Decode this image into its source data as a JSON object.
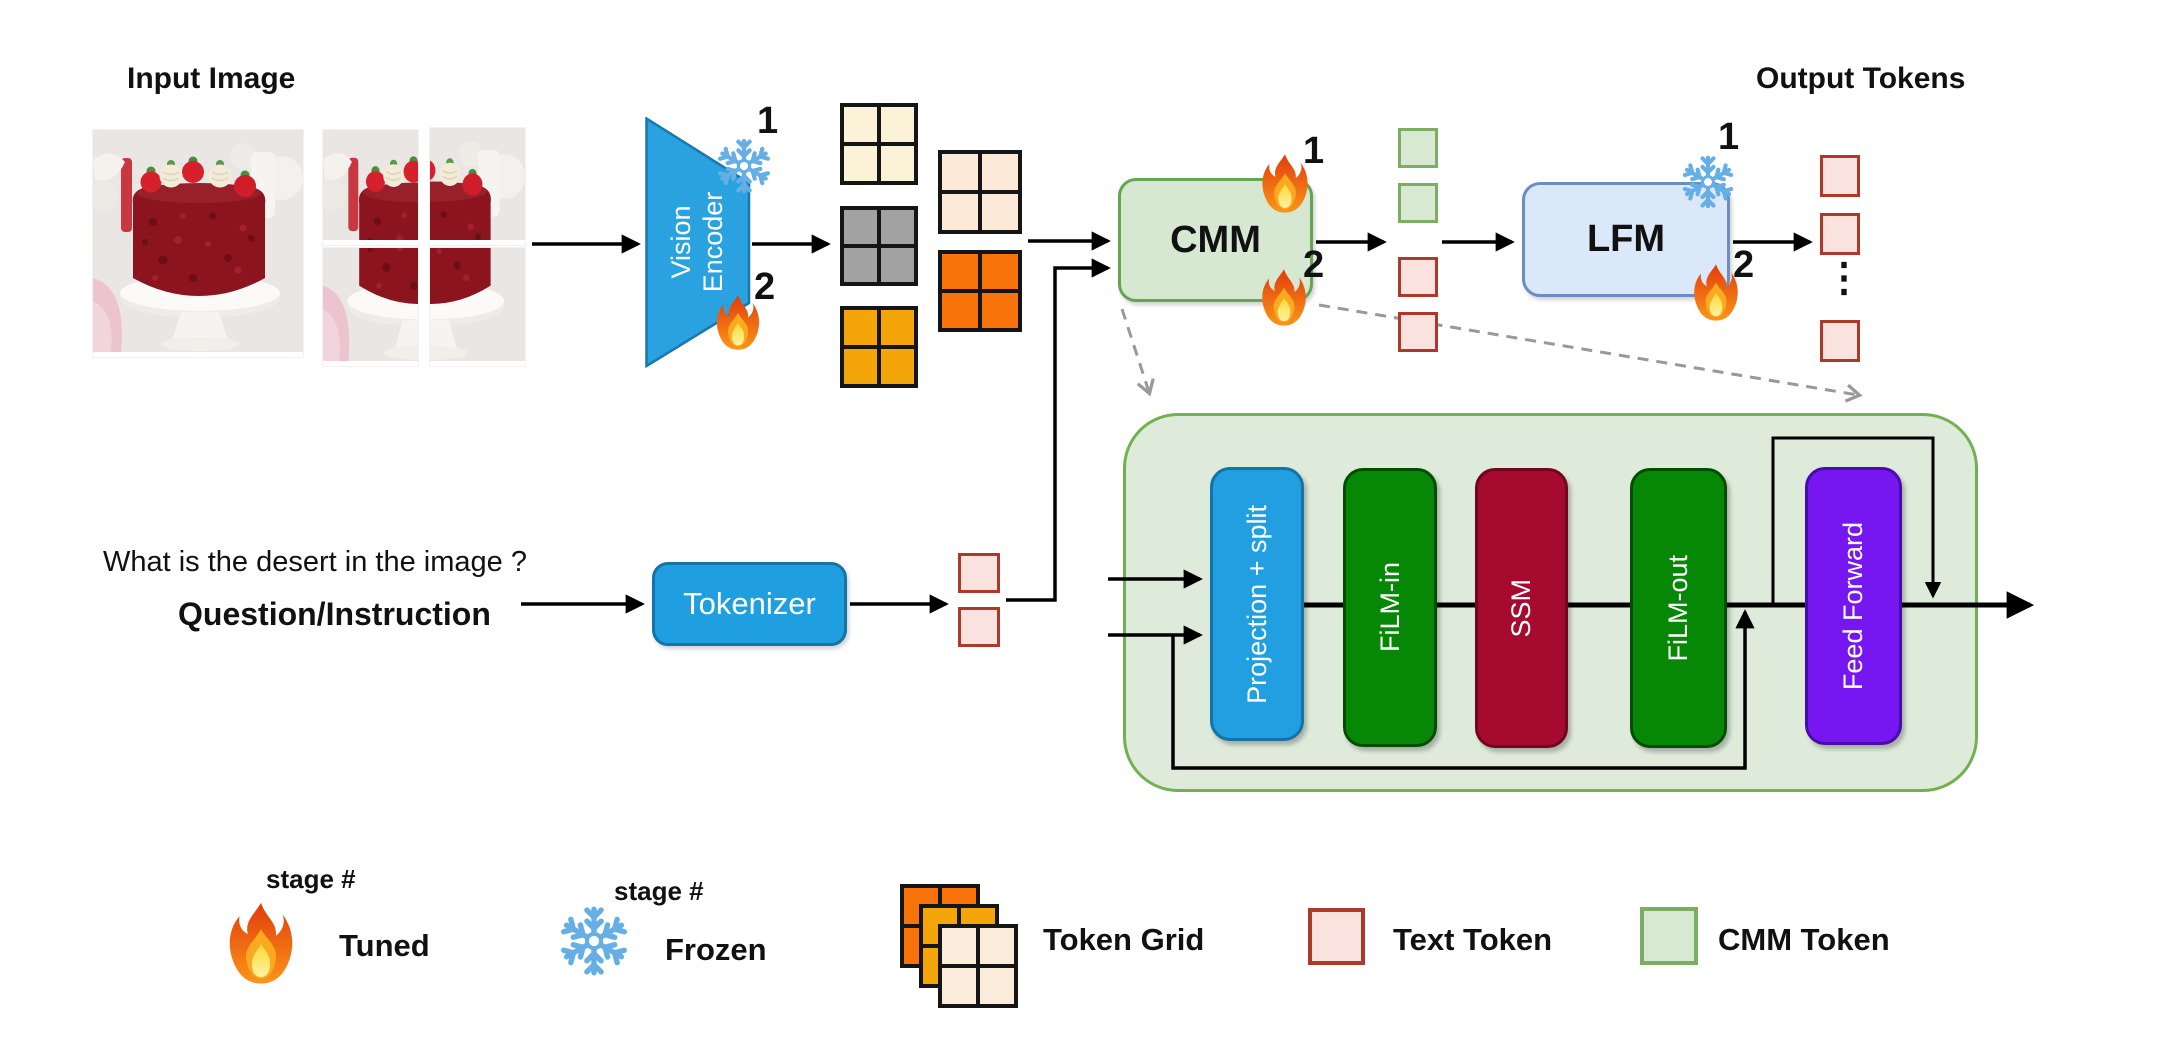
{
  "titles": {
    "input_image": "Input Image",
    "output_tokens": "Output Tokens"
  },
  "question": {
    "text": "What is the desert in the image ?",
    "label": "Question/Instruction"
  },
  "nodes": {
    "vision_encoder": "Vision Encoder",
    "tokenizer": "Tokenizer",
    "cmm": "CMM",
    "lfm": "LFM"
  },
  "cmm_detail": {
    "projection": "Projection + split",
    "film_in": "FiLM-in",
    "ssm": "SSM",
    "film_out": "FiLM-out",
    "feed_forward": "Feed Forward"
  },
  "stages": {
    "stage1": "1",
    "stage2": "2"
  },
  "output_ellipsis": "⋮",
  "legend": {
    "stage_hint": "stage #",
    "tuned": "Tuned",
    "frozen": "Frozen",
    "token_grid": "Token Grid",
    "text_token": "Text Token",
    "cmm_token": "CMM Token"
  },
  "icons": {
    "fire": "fire-icon (tuned)",
    "snowflake": "snowflake-icon (frozen)"
  },
  "colors": {
    "blue_box": "#1F9FE0",
    "blue_border": "#1474A8",
    "cmm_fill": "#D7E8D2",
    "cmm_border": "#66A550",
    "panel_fill": "#DEEADA",
    "panel_border": "#72B152",
    "lfm_fill": "#DAE8FA",
    "lfm_border": "#6C8EBF",
    "film_green": "#068806",
    "ssm_crimson": "#A60A2F",
    "feed_forward_purple": "#7617F2",
    "text_token_fill": "#FAE3DF",
    "text_token_border": "#AC392B",
    "cmm_token_fill": "#D8E9D3",
    "cmm_token_border": "#7BAD62",
    "grid_cream": "#FBF2D8",
    "grid_peach": "#FCE9D8",
    "grid_gray": "#A2A2A2",
    "grid_orange": "#F8730A",
    "grid_amber": "#F4A50A",
    "dashed_gray": "#999999"
  }
}
